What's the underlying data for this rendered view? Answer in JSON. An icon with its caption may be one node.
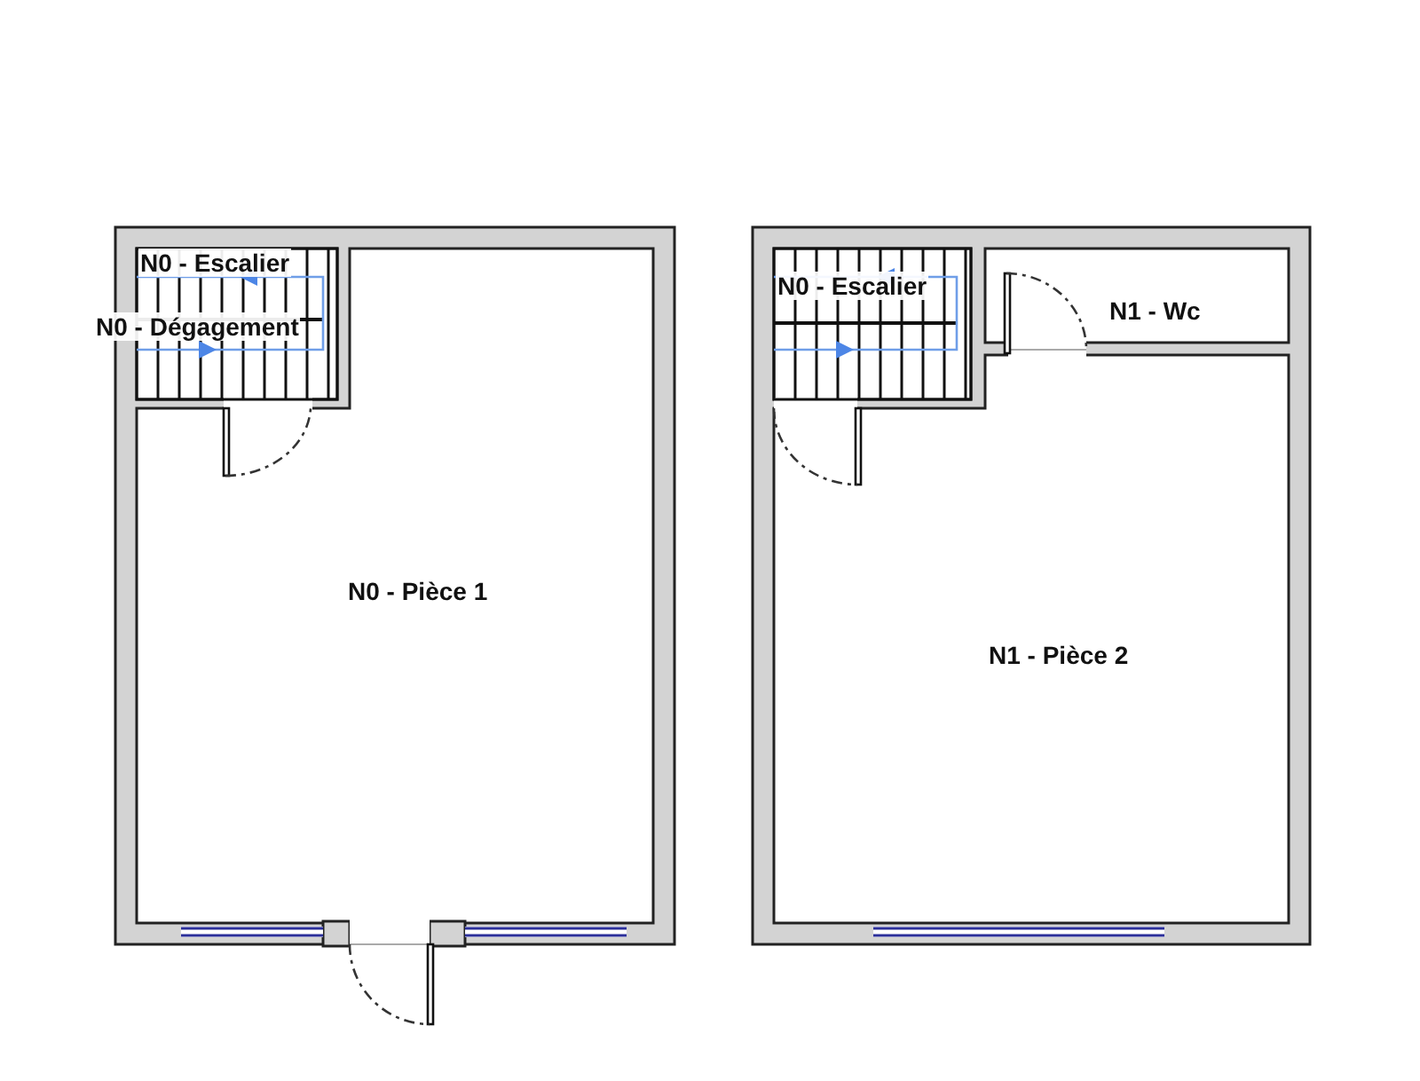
{
  "diagram": {
    "nodes": [
      {
        "text": [
          "N0 - Escalier"
        ]
      },
      {
        "text": [
          "N0 - Pièce 1"
        ]
      },
      {
        "text": [
          "N0 - Escalier"
        ]
      },
      {
        "text": [
          "N1 - Wc"
        ]
      },
      {
        "text": [
          "N1 - Pièce 2"
        ]
      }
    ],
    "labels": [
      "N0 - Dégagement"
    ]
  }
}
